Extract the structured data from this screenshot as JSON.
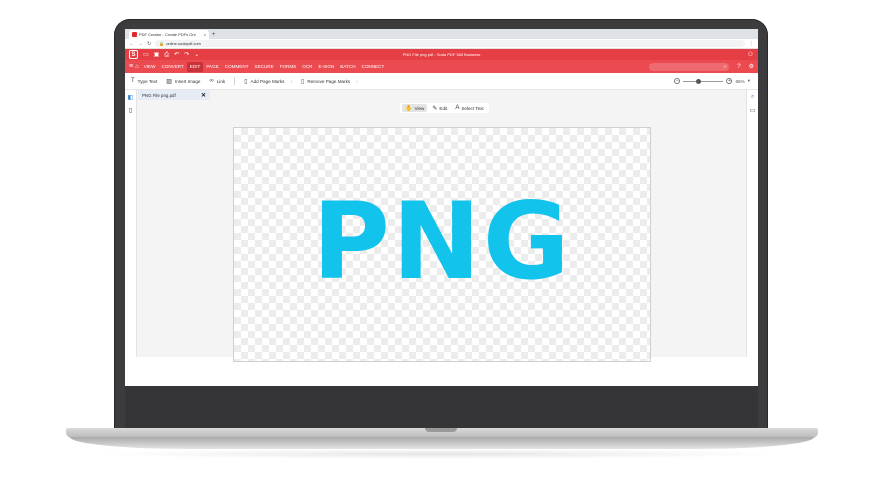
{
  "browser": {
    "tab_title": "PDF Creator - Create PDFs Onl",
    "tab_close": "×",
    "new_tab": "+",
    "url": "online.sodapdf.com"
  },
  "app": {
    "title": "PNG File png.pdf - Soda PDF 360 Business",
    "logo_letter": "S",
    "brand_color": "#e63e45",
    "menu": [
      {
        "label": "VIEW",
        "active": false
      },
      {
        "label": "CONVERT",
        "active": false
      },
      {
        "label": "EDIT",
        "active": true
      },
      {
        "label": "PAGE",
        "active": false
      },
      {
        "label": "COMMENT",
        "active": false
      },
      {
        "label": "SECURE",
        "active": false
      },
      {
        "label": "FORMS",
        "active": false
      },
      {
        "label": "OCR",
        "active": false
      },
      {
        "label": "E-SIGN",
        "active": false
      },
      {
        "label": "BATCH",
        "active": false
      },
      {
        "label": "CONNECT",
        "active": false
      }
    ]
  },
  "toolbar": {
    "type_text": "Type Text",
    "insert_image": "Insert Image",
    "link": "Link",
    "add_page_marks": "Add Page Marks",
    "remove_page_marks": "Remove Page Marks",
    "zoom": "66%"
  },
  "document": {
    "tab_name": "PNG File png.pdf",
    "modes": {
      "view": "View",
      "edit": "Edit",
      "select_text": "Select Text"
    },
    "content_text": "PNG",
    "content_color": "#12c3ec"
  }
}
